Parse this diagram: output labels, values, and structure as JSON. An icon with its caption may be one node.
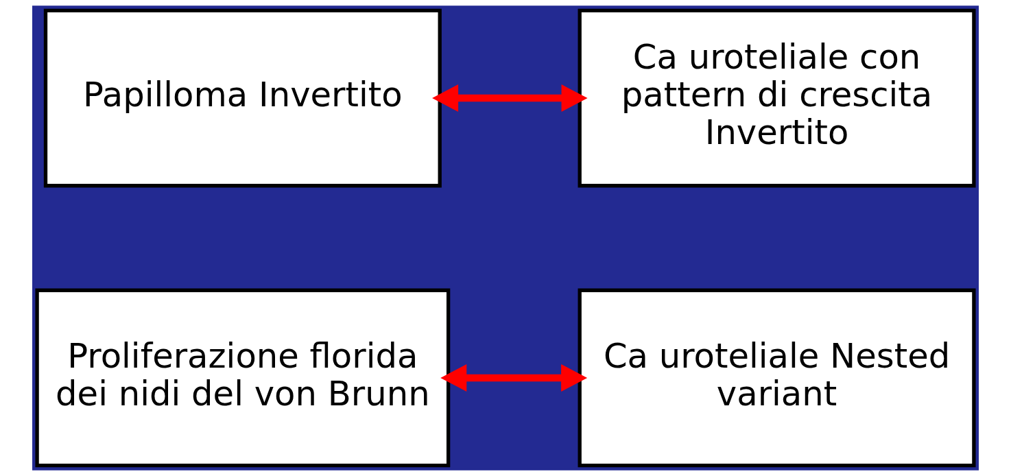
{
  "diagram": {
    "nodes": [
      {
        "text": [
          "Papilloma Invertito"
        ]
      },
      {
        "text": [
          "Ca uroteliale con pattern di crescita Invertito"
        ]
      },
      {
        "text": [
          "Proliferazione florida dei nidi del von Brunn"
        ]
      },
      {
        "text": [
          "Ca uroteliale Nested variant"
        ]
      }
    ],
    "edges": [
      {
        "from": 0,
        "to": 1,
        "arrow": "both"
      },
      {
        "from": 2,
        "to": 3,
        "arrow": "both"
      }
    ]
  }
}
